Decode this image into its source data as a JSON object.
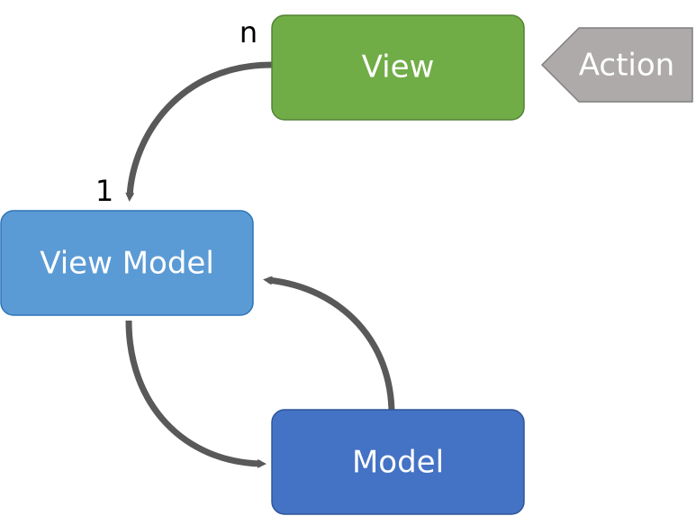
{
  "nodes": {
    "view": {
      "label": "View",
      "fill": "#70AD47",
      "stroke": "#548235"
    },
    "view_model": {
      "label": "View Model",
      "fill": "#5B9BD5",
      "stroke": "#2E75B6"
    },
    "model": {
      "label": "Model",
      "fill": "#4472C4",
      "stroke": "#2F5597"
    },
    "action": {
      "label": "Action",
      "fill": "#AEAAAA",
      "stroke": "#7F7F7F"
    }
  },
  "multiplicity": {
    "view_side": "n",
    "view_model_side": "1"
  },
  "arrow_color": "#595959"
}
